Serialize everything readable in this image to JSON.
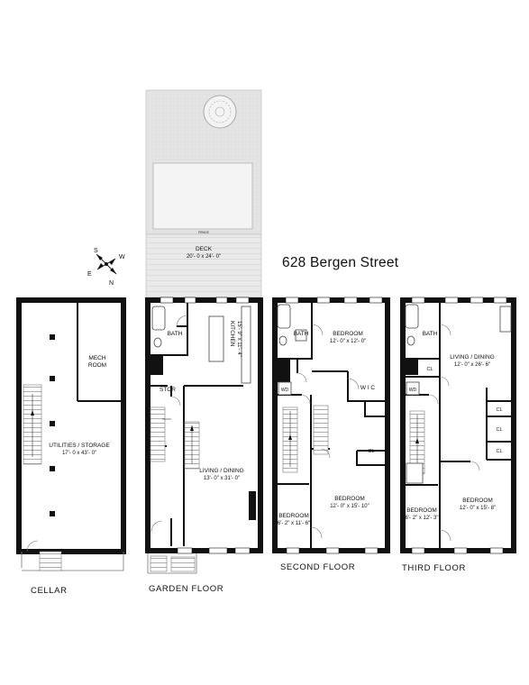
{
  "title": "628 Bergen Street",
  "compass": {
    "s": "S",
    "w": "W",
    "e": "E",
    "n": "N"
  },
  "floors": {
    "cellar": "CELLAR",
    "garden": "GARDEN FLOOR",
    "second": "SECOND  FLOOR",
    "third": "THIRD  FLOOR"
  },
  "cellar": {
    "mech_room": [
      "MECH",
      "ROOM"
    ],
    "utilities": [
      "UTILITIES / STORAGE",
      "17'- 0 x 43'- 0\""
    ]
  },
  "garden": {
    "deck": [
      "DECK",
      "20'- 0 x 24'- 0\""
    ],
    "fence_note": "FENCE",
    "bath": "BATH",
    "kitchen": "KITCHEN",
    "kitchen_dim": "15'- 9\" x 11'- 4\"",
    "stor": "STOR",
    "living": [
      "LIVING / DINING",
      "13'- 0\" x 31'- 0\""
    ]
  },
  "second": {
    "bath": "BATH",
    "bedroom_rear": [
      "BEDROOM",
      "12'- 0\" x 12'- 0\""
    ],
    "wd": "WD",
    "wic": "W I C",
    "cl": "CL",
    "bedroom_small": [
      "BEDROOM",
      "6'- 2\" x 11'- 6\""
    ],
    "bedroom_front": [
      "BEDROOM",
      "12'- 0\" x 15'- 10\""
    ]
  },
  "third": {
    "bath": "BATH",
    "cl_main": "CL",
    "wd": "WD",
    "living": [
      "LIVING / DINING",
      "12'- 0\" x 26'- 6\""
    ],
    "cl_a": "CL",
    "cl_b": "CL",
    "cl_c": "CL",
    "bedroom_small": [
      "BEDROOM",
      "6'- 2\" x 12'- 3\""
    ],
    "bedroom_front": [
      "BEDROOM",
      "12'- 0\" x 15'- 8\""
    ]
  }
}
